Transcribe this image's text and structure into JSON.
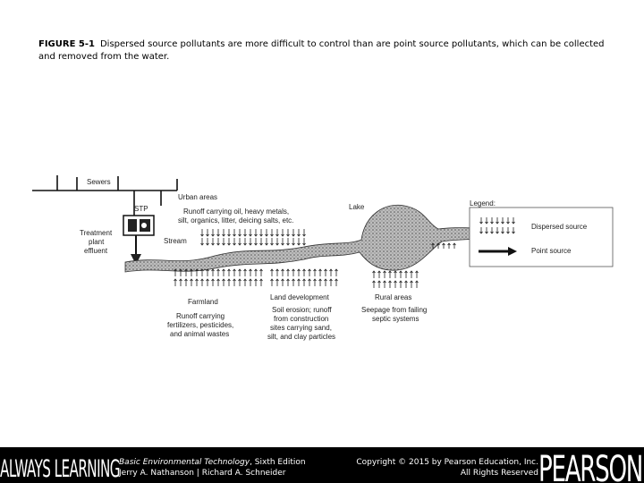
{
  "caption": {
    "figure_label": "FIGURE 5-1",
    "text": "Dispersed source pollutants are more difficult to control than are point source pollutants, which can be collected and removed from the water."
  },
  "diagram": {
    "sewers": "Sewers",
    "stp": "STP",
    "urban_areas": "Urban areas",
    "urban_runoff": [
      "Runoff carrying oil, heavy metals,",
      "silt, organics, litter, deicing salts, etc."
    ],
    "lake": "Lake",
    "treatment": [
      "Treatment",
      "plant",
      "effluent"
    ],
    "stream": "Stream",
    "farmland": "Farmland",
    "farm_runoff": [
      "Runoff carrying",
      "fertilizers, pesticides,",
      "and animal wastes"
    ],
    "land_development": "Land development",
    "land_runoff": [
      "Soil erosion; runoff",
      "from construction",
      "sites carrying sand,",
      "silt, and clay particles"
    ],
    "rural_areas": "Rural areas",
    "rural_seepage": [
      "Seepage from failing",
      "septic systems"
    ],
    "legend_title": "Legend:",
    "legend_dispersed": "Dispersed source",
    "legend_point": "Point source"
  },
  "footer": {
    "always_learning": "ALWAYS LEARNING",
    "book_title": "Basic Environmental Technology",
    "book_edition": ", Sixth Edition",
    "authors": "Jerry A. Nathanson | Richard A. Schneider",
    "copyright": "Copyright © 2015 by Pearson Education, Inc.",
    "rights": "All Rights Reserved",
    "pearson": "PEARSON"
  }
}
